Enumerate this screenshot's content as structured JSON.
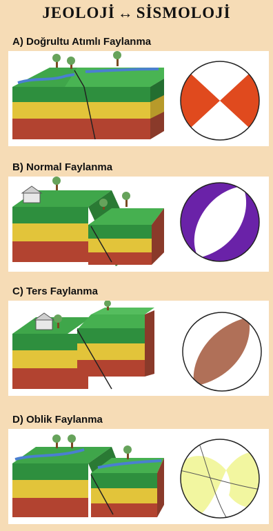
{
  "header": {
    "left": "JEOLOJİ",
    "arrow": "↔",
    "right": "SİSMOLOJİ"
  },
  "sections": [
    {
      "label": "A) Doğrultu Atımlı Faylanma",
      "beachball_color": "#e04a1e"
    },
    {
      "label": "B) Normal Faylanma",
      "beachball_color": "#6a22a8"
    },
    {
      "label": "C) Ters Faylanma",
      "beachball_color": "#b07058"
    },
    {
      "label": "D) Oblik Faylanma",
      "beachball_color": "#f2f6a0"
    }
  ]
}
